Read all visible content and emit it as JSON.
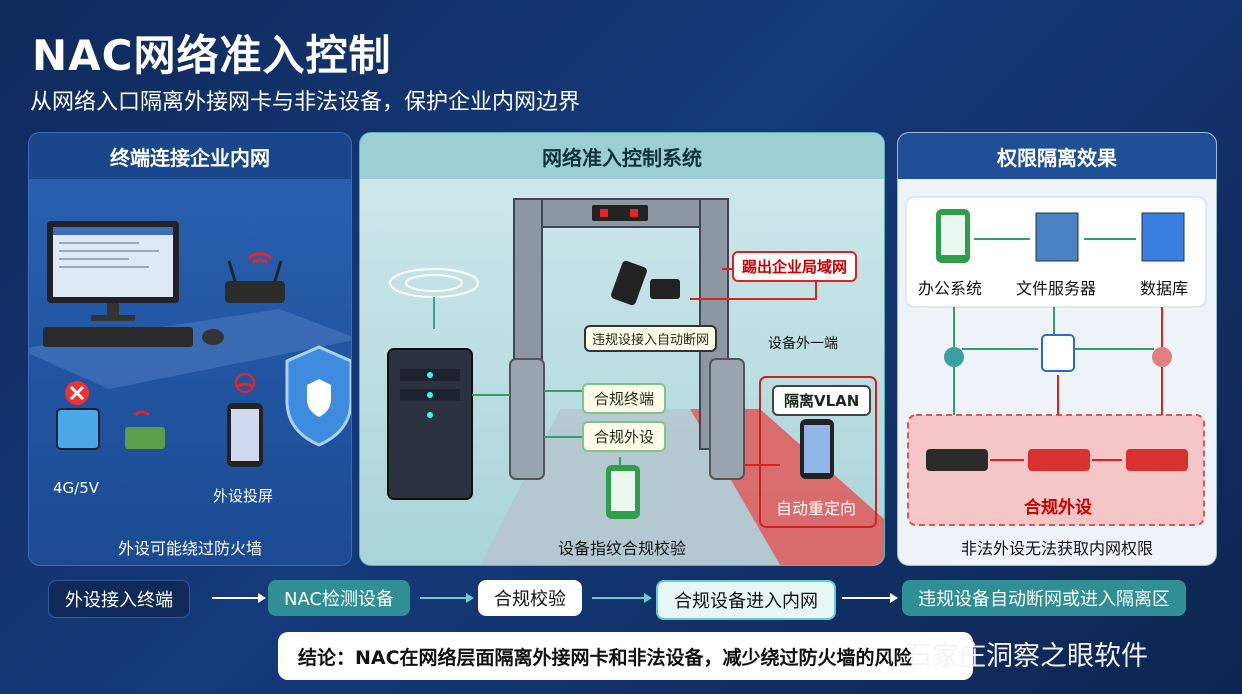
{
  "header": {
    "title": "NAC网络准入控制",
    "subtitle": "从网络入口隔离外接网卡与非法设备，保护企业内网边界"
  },
  "panel_left": {
    "title": "终端连接企业内网",
    "device_4g": "4G/5V",
    "device_screen": "外设投屏",
    "caption": "外设可能绕过防火墙"
  },
  "panel_mid": {
    "title": "网络准入控制系统",
    "kick_out": "踢出企业局域网",
    "violation": "违规设接入自动断网",
    "compliant_terminal": "合规终端",
    "compliant_peripheral": "合规外设",
    "external_end": "设备外一端",
    "vlan": "隔离VLAN",
    "redirect": "自动重定向",
    "caption": "设备指纹合规校验"
  },
  "panel_right": {
    "title": "权限隔离效果",
    "office": "办公系统",
    "file_server": "文件服务器",
    "database": "数据库",
    "compliant_peripheral": "合规外设",
    "caption": "非法外设无法获取内网权限"
  },
  "flow": [
    "外设接入终端",
    "NAC检测设备",
    "合规校验",
    "合规设备进入内网",
    "违规设备自动断网或进入隔离区"
  ],
  "conclusion": "结论：NAC在网络层面隔离外接网卡和非法设备，减少绕过防火墙的风险",
  "watermark": "石家庄洞察之眼软件",
  "colors": {
    "background": "#153a7a",
    "danger": "#d22222",
    "compliant": "#3aa55a",
    "accent": "#2f8f94"
  }
}
